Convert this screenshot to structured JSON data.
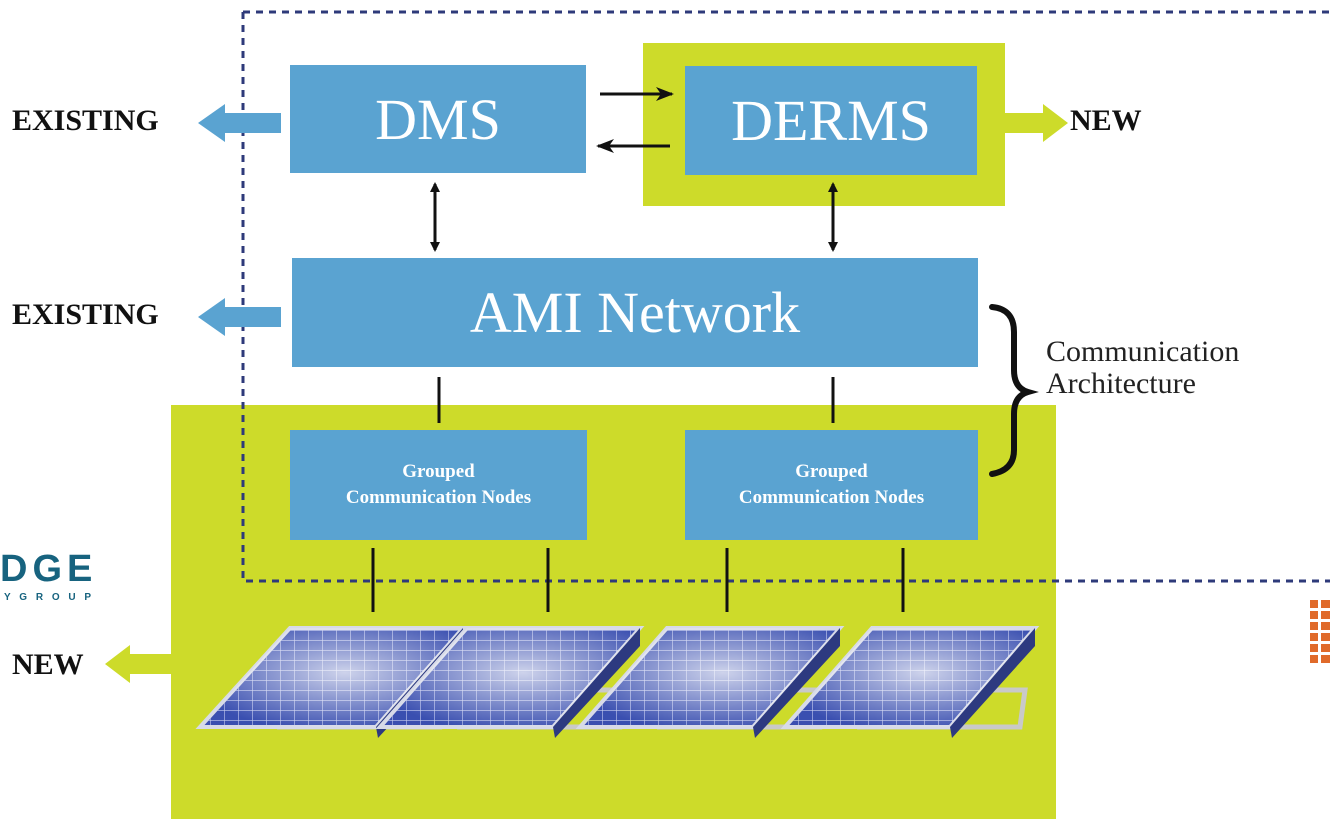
{
  "boxes": {
    "dms": "DMS",
    "derms": "DERMS",
    "ami": "AMI Network",
    "node_left": [
      "Grouped",
      "Communication Nodes"
    ],
    "node_right": [
      "Grouped",
      "Communication Nodes"
    ]
  },
  "labels": {
    "existing_top": "EXISTING",
    "existing_mid": "EXISTING",
    "new_right": "NEW",
    "new_left": "NEW",
    "comm_arch": [
      "Communication",
      "Architecture"
    ]
  },
  "logo": {
    "main": "DGE",
    "sub": "Y   G R O U P"
  },
  "colors": {
    "box_blue": "#5aa3d1",
    "panel_green": "#cddb2a",
    "arrow_blue": "#5aa3d1",
    "arrow_green": "#cddb2a",
    "dotted_border": "#2e3a7a",
    "logo_teal": "#17637f",
    "logo_orange": "#e06a2a"
  },
  "icons": [
    "solar-panel-icon",
    "left-arrow-icon",
    "right-arrow-icon",
    "bidirectional-arrow-icon",
    "curly-brace-icon"
  ]
}
